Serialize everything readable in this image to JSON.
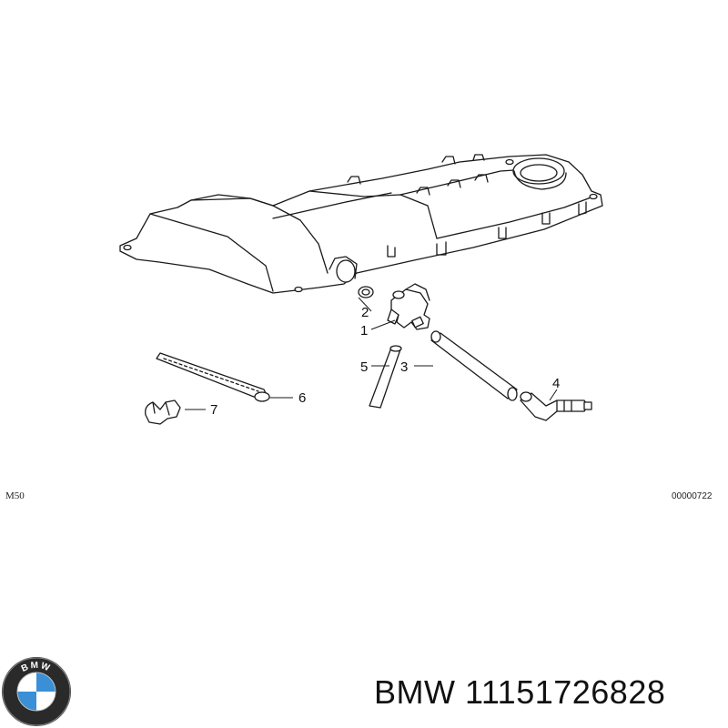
{
  "diagram": {
    "callouts": [
      {
        "id": "1",
        "label": "1"
      },
      {
        "id": "2",
        "label": "2"
      },
      {
        "id": "3",
        "label": "3"
      },
      {
        "id": "4",
        "label": "4"
      },
      {
        "id": "5",
        "label": "5"
      },
      {
        "id": "6",
        "label": "6"
      },
      {
        "id": "7",
        "label": "7"
      }
    ],
    "model_code": "M50",
    "drawing_number": "00000722"
  },
  "product": {
    "brand": "BMW",
    "part_number": "BMW 11151726828",
    "logo_letters": "BMW"
  },
  "colors": {
    "line": "#1a1a1a",
    "logo_blue": "#3a8fd6",
    "logo_ring": "#1a1a1a"
  }
}
